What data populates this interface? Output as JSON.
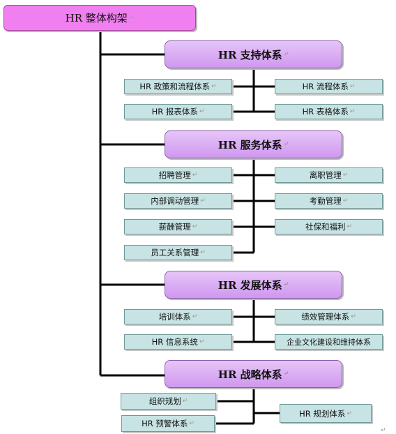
{
  "root": {
    "label": "HR 整体构架"
  },
  "systems": [
    {
      "label": "HR 支持体系",
      "items": [
        "HR 政策和流程体系",
        "HR 流程体系",
        "HR 报表体系",
        "HR 表格体系"
      ]
    },
    {
      "label": "HR 服务体系",
      "items": [
        "招聘管理",
        "离职管理",
        "内部调动管理",
        "考勤管理",
        "薪酬管理",
        "社保和福利",
        "员工关系管理"
      ]
    },
    {
      "label": "HR 发展体系",
      "items": [
        "培训体系",
        "绩效管理体系",
        "HR 信息系统",
        "企业文化建设和维持体系"
      ]
    },
    {
      "label": "HR 战略体系",
      "items": [
        "组织规划",
        "HR 规划体系",
        "HR 预警体系"
      ]
    }
  ],
  "marks": {
    "paragraph": "↵"
  }
}
